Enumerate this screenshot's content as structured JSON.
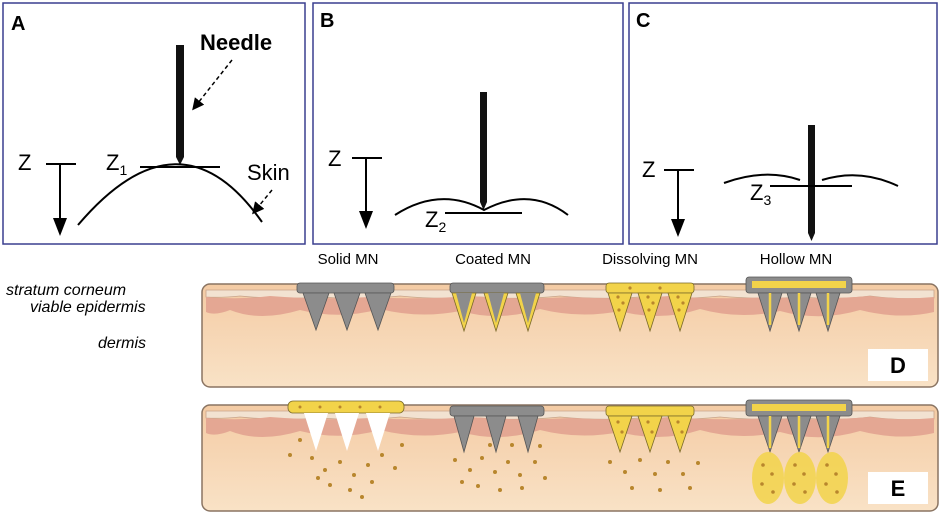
{
  "panels_top": {
    "a": {
      "letter": "A",
      "z": "Z",
      "z_level": "Z",
      "z_sub": "1",
      "needle": "Needle",
      "skin": "Skin"
    },
    "b": {
      "letter": "B",
      "z": "Z",
      "z_level": "Z",
      "z_sub": "2"
    },
    "c": {
      "letter": "C",
      "z": "Z",
      "z_level": "Z",
      "z_sub": "3"
    }
  },
  "mn_types": [
    "Solid MN",
    "Coated MN",
    "Dissolving MN",
    "Hollow MN"
  ],
  "layers": {
    "stratum": "stratum corneum",
    "epidermis": "viable epidermis",
    "dermis": "dermis"
  },
  "panel_d_tag": "D",
  "panel_e_tag": "E",
  "colors": {
    "frame": "#3a3f8f",
    "stratum": "#f3e2d2",
    "epidermis": "#e3a690",
    "dermis": "#f6d6b0",
    "needle_grey": "#8c8c8c",
    "drug": "#f2d34a",
    "dot": "#b8862d"
  }
}
